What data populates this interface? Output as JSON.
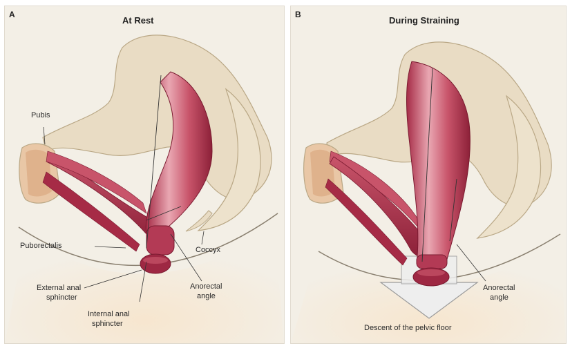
{
  "panel_a": {
    "letter": "A",
    "title": "At Rest",
    "labels": {
      "pubis": "Pubis",
      "puborectalis": "Puborectalis",
      "coccyx": "Coccyx",
      "external_sphincter_1": "External anal",
      "external_sphincter_2": "sphincter",
      "internal_sphincter_1": "Internal anal",
      "internal_sphincter_2": "sphincter",
      "anorectal_angle_1": "Anorectal",
      "anorectal_angle_2": "angle"
    }
  },
  "panel_b": {
    "letter": "B",
    "title": "During Straining",
    "labels": {
      "anorectal_angle_1": "Anorectal",
      "anorectal_angle_2": "angle",
      "descent": "Descent of the pelvic floor"
    }
  },
  "colors": {
    "background": "#f3efe6",
    "bone": "#e9dcc4",
    "bone_outline": "#b9a785",
    "muscle_dark": "#a62b46",
    "muscle_mid": "#c8546a",
    "muscle_light": "#e9a7b2",
    "floor_line": "#8a8070",
    "arrow_fill": "#eeeeee"
  }
}
